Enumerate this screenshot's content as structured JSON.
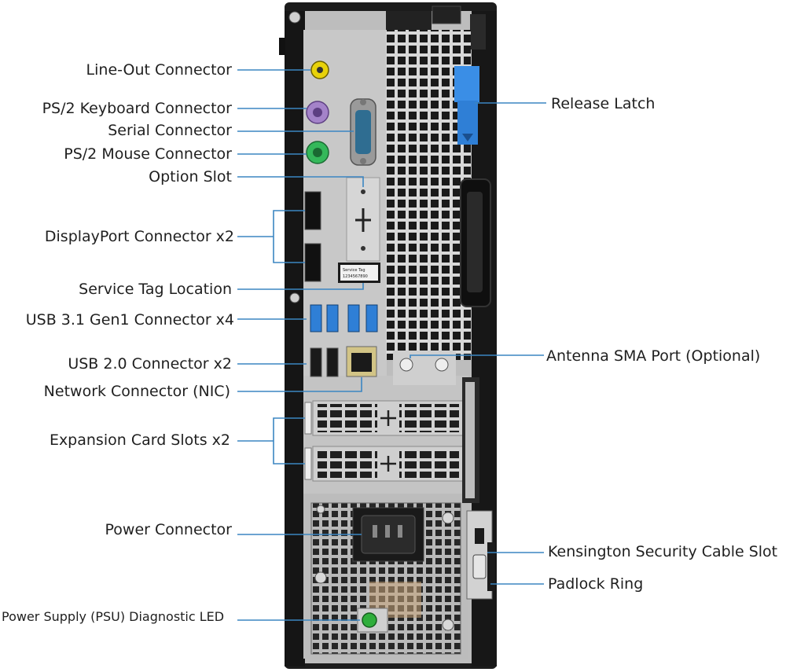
{
  "labels": {
    "line_out": "Line-Out Connector",
    "ps2_keyboard": "PS/2 Keyboard Connector",
    "serial": "Serial Connector",
    "ps2_mouse": "PS/2 Mouse Connector",
    "option_slot": "Option Slot",
    "displayport": "DisplayPort Connector x2",
    "service_tag": "Service Tag Location",
    "usb31": "USB 3.1 Gen1 Connector x4",
    "usb20": "USB 2.0 Connector x2",
    "network": "Network Connector (NIC)",
    "expansion": "Expansion Card Slots x2",
    "power": "Power Connector",
    "psu_led": "Power Supply (PSU) Diagnostic LED",
    "release_latch": "Release Latch",
    "antenna": "Antenna SMA Port (Optional)",
    "kensington": "Kensington Security Cable Slot",
    "padlock": "Padlock Ring"
  },
  "service_tag_sticker": [
    "Service Tag",
    "1234567890"
  ],
  "colors": {
    "leader_line": "#3b86c2",
    "chassis": "#1c1c1c",
    "panel": "#c9c9c9",
    "usb3_blue": "#2f7fd6",
    "latch_blue": "#3a8ee6",
    "line_out_yellow": "#e8d20a",
    "ps2_keyboard_purple": "#a483c9",
    "ps2_mouse_green": "#34b85a",
    "psu_led_green": "#2fae3b"
  }
}
